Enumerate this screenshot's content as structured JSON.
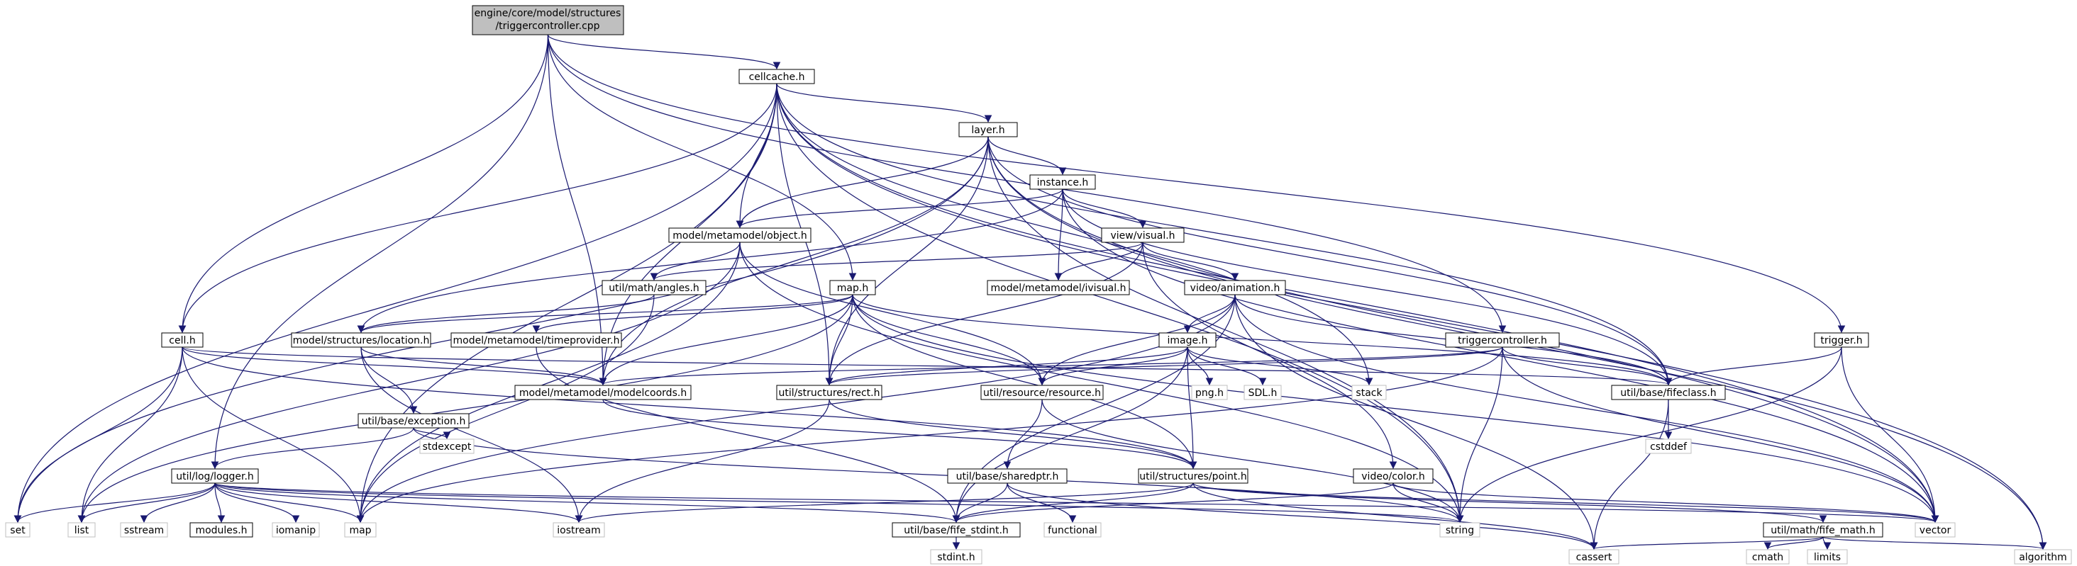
{
  "graph": {
    "root": [
      "engine/core/model/structures",
      "/triggercontroller.cpp"
    ],
    "nodes": {
      "triggercontroller_cpp": "engine/core/model/structures/triggercontroller.cpp",
      "cellcache": "cellcache.h",
      "layer": "layer.h",
      "instance": "instance.h",
      "object": "model/metamodel/object.h",
      "visual": "view/visual.h",
      "ivisual": "model/metamodel/ivisual.h",
      "angles": "util/math/angles.h",
      "map_h": "map.h",
      "animation": "video/animation.h",
      "cell": "cell.h",
      "location": "model/structures/location.h",
      "timeprovider": "model/metamodel/timeprovider.h",
      "image": "image.h",
      "triggercontroller_h": "triggercontroller.h",
      "trigger": "trigger.h",
      "modelcoords": "model/metamodel/modelcoords.h",
      "rect": "util/structures/rect.h",
      "png": "png.h",
      "sdl": "SDL.h",
      "stack": "stack",
      "resource": "util/resource/resource.h",
      "fifeclass": "util/base/fifeclass.h",
      "exception": "util/base/exception.h",
      "stdexcept": "stdexcept",
      "cstddef": "cstddef",
      "logger": "util/log/logger.h",
      "sharedptr": "util/base/sharedptr.h",
      "point": "util/structures/point.h",
      "color": "video/color.h",
      "set": "set",
      "list": "list",
      "sstream": "sstream",
      "modules": "modules.h",
      "iomanip": "iomanip",
      "map": "map",
      "iostream": "iostream",
      "fife_stdint": "util/base/fife_stdint.h",
      "functional": "functional",
      "string": "string",
      "fife_math": "util/math/fife_math.h",
      "vector": "vector",
      "stdint": "stdint.h",
      "cassert": "cassert",
      "cmath": "cmath",
      "limits": "limits",
      "algorithm": "algorithm"
    }
  }
}
